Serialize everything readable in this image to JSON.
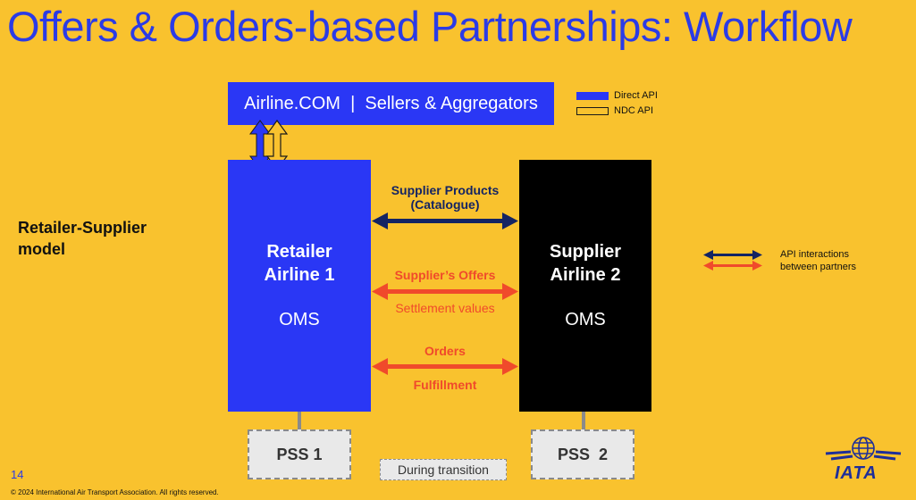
{
  "title": "Offers & Orders-based Partnerships: Workflow",
  "top_box": {
    "label": "Airline.COM  |  Sellers & Aggregators"
  },
  "legend": {
    "direct_api": "Direct API",
    "ndc_api": "NDC API"
  },
  "side_label": {
    "line1": "Retailer-Supplier",
    "line2": "model"
  },
  "retailer": {
    "title_line1": "Retailer",
    "title_line2": "Airline 1",
    "oms": "OMS"
  },
  "supplier": {
    "title_line1": "Supplier",
    "title_line2": "Airline 2",
    "oms": "OMS"
  },
  "flows": {
    "catalogue_line1": "Supplier Products",
    "catalogue_line2": "(Catalogue)",
    "offers": "Supplier’s Offers",
    "settlement": "Settlement values",
    "orders": "Orders",
    "fulfillment": "Fulfillment"
  },
  "pss": {
    "left": "PSS 1",
    "right": "PSS  2"
  },
  "transition_label": "During transition",
  "api_legend": {
    "line1": "API interactions",
    "line2": "between partners"
  },
  "footer": {
    "page": "14",
    "copyright": "© 2024 International Air Transport Association. All rights reserved."
  },
  "logo": {
    "text": "IATA"
  },
  "colors": {
    "background": "#F9C22E",
    "blue": "#2A37F5",
    "navy": "#142463",
    "orange": "#F04A2B"
  }
}
